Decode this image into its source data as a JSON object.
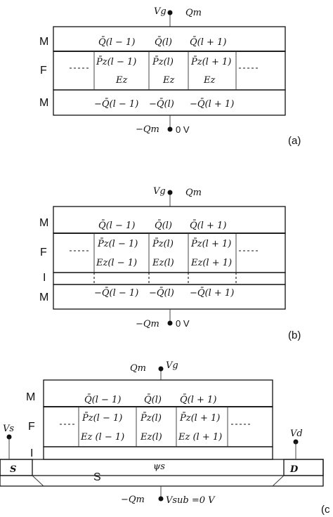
{
  "labels": {
    "M": "M",
    "F": "F",
    "I": "I",
    "S": "S"
  },
  "charge": {
    "q_lm1": "Q̄(l − 1)",
    "q_l": "Q̄(l)",
    "q_lp1": "Q̄(l + 1)",
    "nq_lm1": "−Q̄(l − 1)",
    "nq_l": "−Q̄(l)",
    "nq_lp1": "−Q̄(l + 1)"
  },
  "polar": {
    "p_lm1": "P̄z(l − 1)",
    "p_l": "P̄z(l)",
    "p_lp1": "P̄z(l + 1)"
  },
  "field": {
    "ez": "Ez",
    "ez_lm1": "Ez(l − 1)",
    "ez_l": "Ez(l)",
    "ez_lp1": "Ez(l + 1)",
    "ez_sp_lm1": "Ez (l − 1)",
    "ez_sp_l": "Ez(l)",
    "ez_sp_lp1": "Ez (l + 1)"
  },
  "terminals": {
    "vg": "Vg",
    "qm": "Qm",
    "neg_qm": "−Qm",
    "zero_v": "0 V",
    "vs": "Vs",
    "vd": "Vd",
    "vsub": "Vsub =0 V",
    "psi_s": "ψs",
    "S_contact": "S",
    "D_contact": "D"
  },
  "captions": {
    "a": "(a)",
    "b": "(b)",
    "c": "(c"
  }
}
